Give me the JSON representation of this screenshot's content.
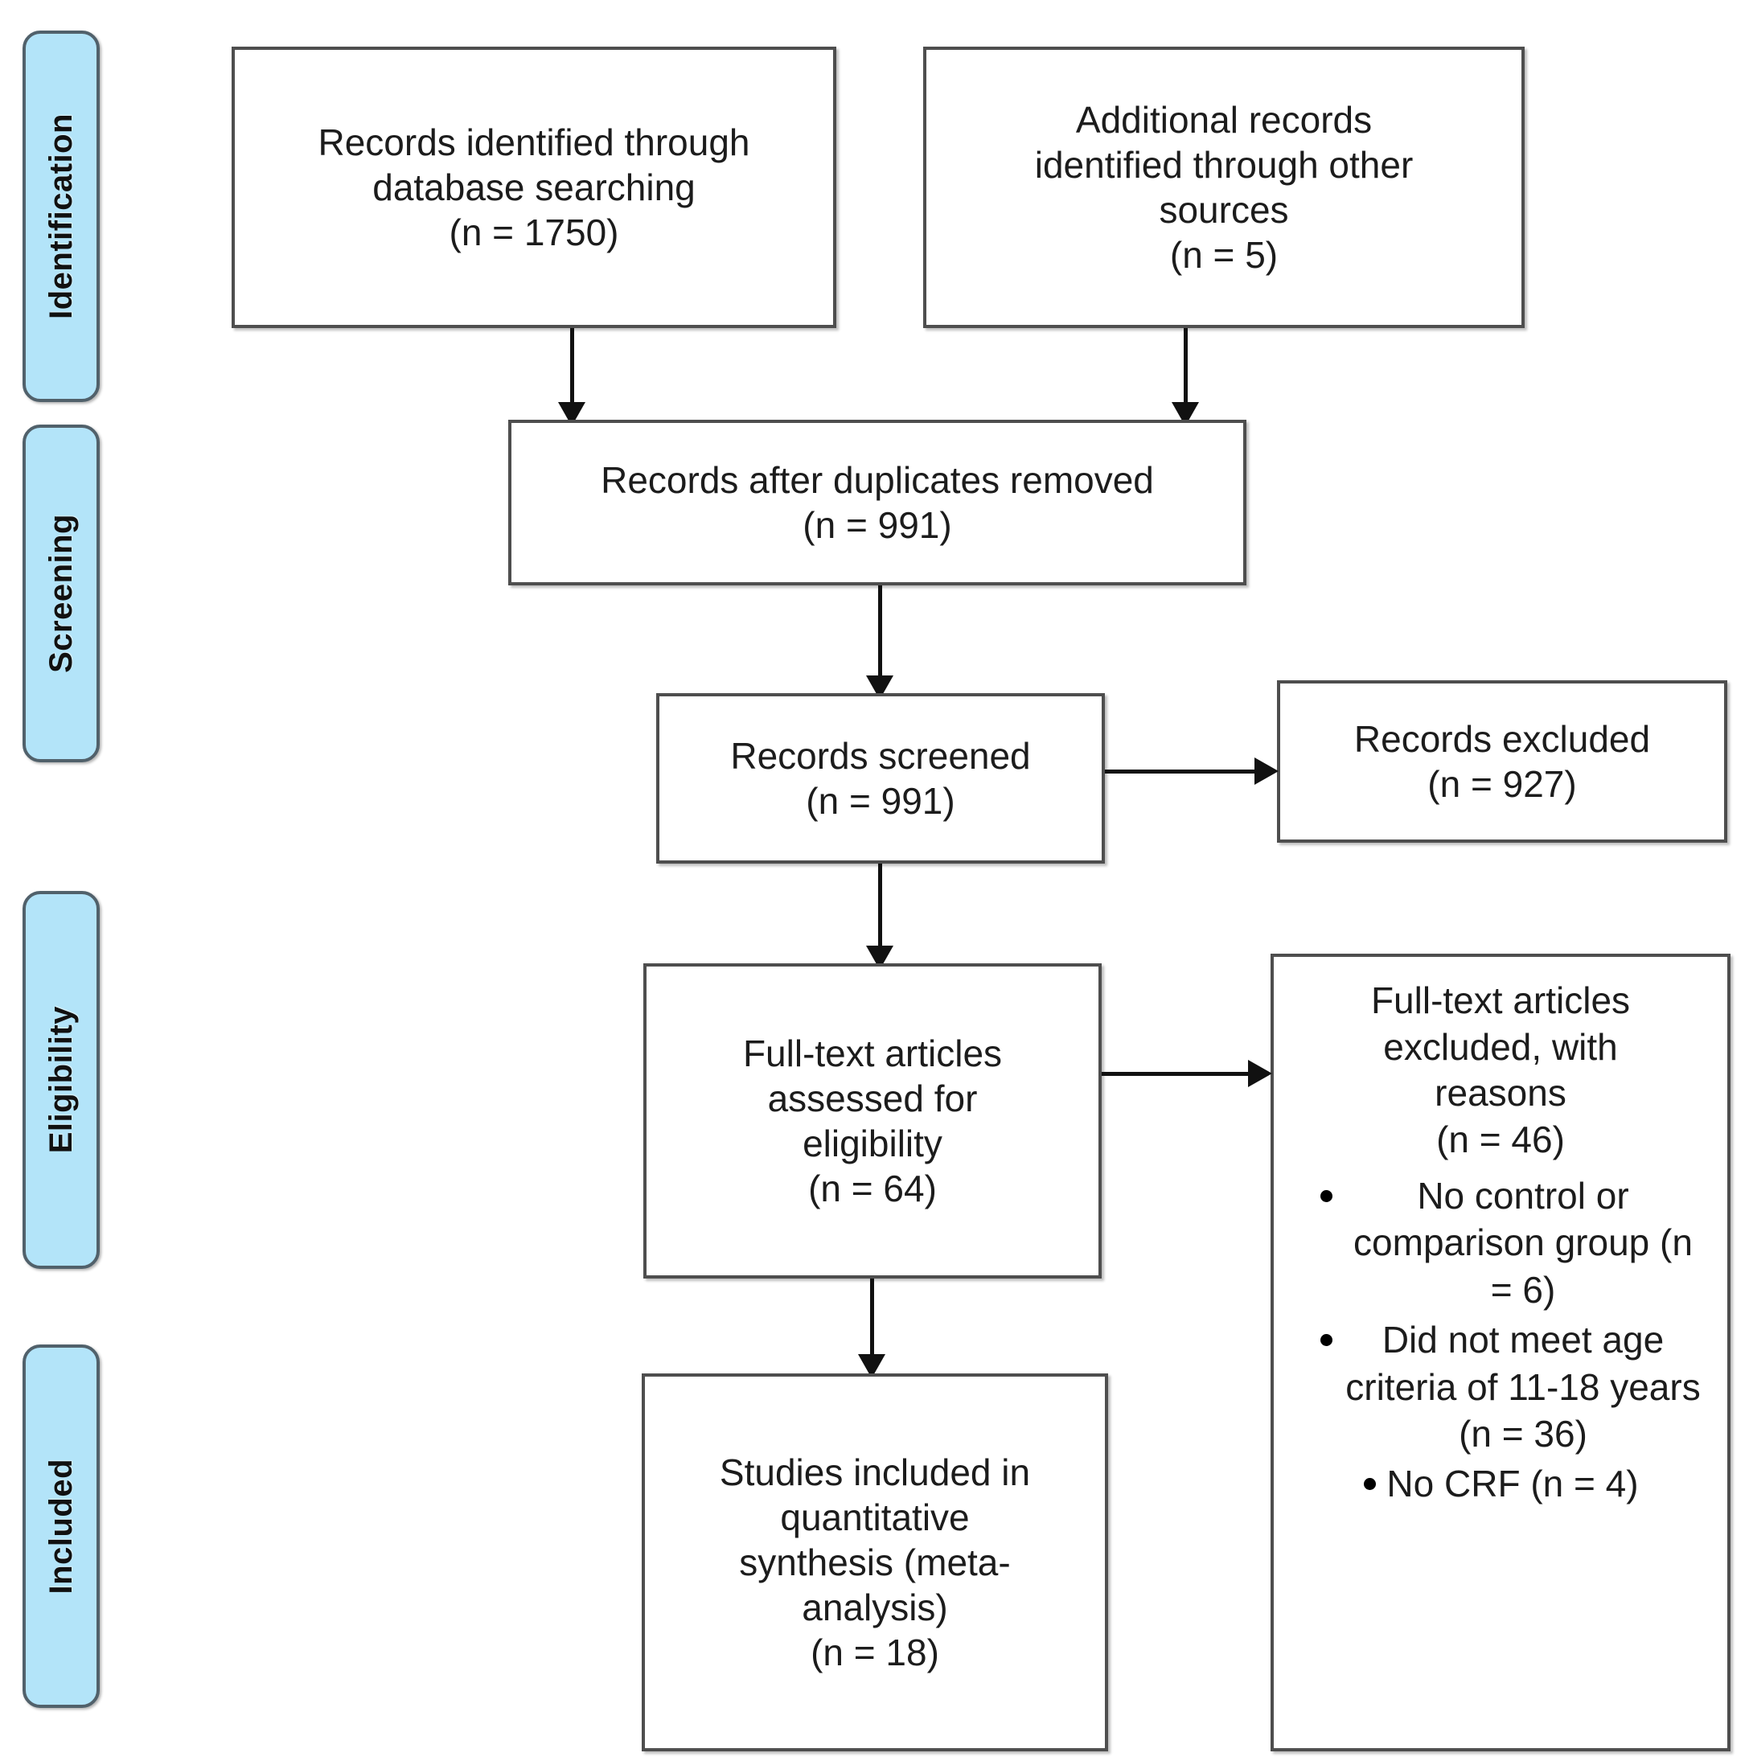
{
  "diagram": {
    "title": "PRISMA flow diagram",
    "accent_color": "#b3e4f9",
    "box_border_color": "#4e4e4e",
    "connector_color": "#111111"
  },
  "phases": [
    {
      "key": "identification",
      "label": "Identification"
    },
    {
      "key": "screening",
      "label": "Screening"
    },
    {
      "key": "eligibility",
      "label": "Eligibility"
    },
    {
      "key": "included",
      "label": "Included"
    }
  ],
  "boxes": {
    "database_records": {
      "l1": "Records identified through",
      "l2": "database searching",
      "l3": "(n = 1750)"
    },
    "other_records": {
      "l1": "Additional records",
      "l2": "identified through other",
      "l3": "sources",
      "l4": "(n = 5)"
    },
    "duplicates_removed": {
      "l1": "Records after duplicates removed",
      "l2": "(n = 991)"
    },
    "records_screened": {
      "l1": "Records screened",
      "l2": "(n = 991)"
    },
    "records_excluded": {
      "l1": "Records excluded",
      "l2": "(n = 927)"
    },
    "fulltext_assessed": {
      "l1": "Full-text articles",
      "l2": "assessed for",
      "l3": "eligibility",
      "l4": "(n = 64)"
    },
    "fulltext_excluded": {
      "l1": "Full-text articles",
      "l2": "excluded, with",
      "l3": "reasons",
      "l4": "(n = 46)",
      "reasons": [
        "No control or comparison group (n = 6)",
        "Did not meet age criteria of 11-18 years (n = 36)",
        "No CRF (n = 4)"
      ]
    },
    "studies_included": {
      "l1": "Studies included in",
      "l2": "quantitative",
      "l3": "synthesis (meta-",
      "l4": "analysis)",
      "l5": "(n = 18)"
    }
  }
}
